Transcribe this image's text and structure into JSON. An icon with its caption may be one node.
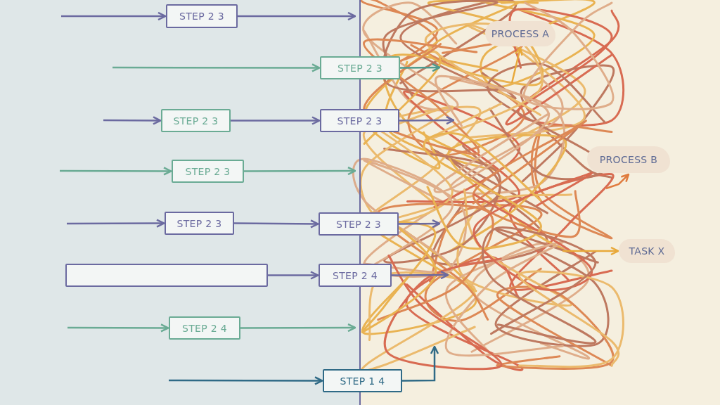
{
  "diagram": {
    "nodes": [
      {
        "text": [
          "STEP 2 3"
        ]
      },
      {
        "text": [
          "STEP 2 3"
        ]
      },
      {
        "text": [
          "STEP 2 3"
        ]
      },
      {
        "text": [
          "STEP 2 3"
        ]
      },
      {
        "text": [
          "STEP 2 3"
        ]
      },
      {
        "text": [
          "STEP 2 3"
        ]
      },
      {
        "text": [
          "STEP 2 3"
        ]
      },
      {
        "text": [],
        "shape": "box"
      },
      {
        "text": [
          "STEP 2 4"
        ]
      },
      {
        "text": [
          "STEP 2 4"
        ]
      },
      {
        "text": [
          "STEP 1 4"
        ]
      },
      {
        "text": [
          "PROCESS A"
        ]
      },
      {
        "text": [
          "PROCESS B"
        ]
      },
      {
        "text": [
          "TASK X"
        ]
      }
    ],
    "edges": [
      {
        "from": null,
        "to": 0,
        "arrow": "to"
      },
      {
        "from": 0,
        "to": null,
        "arrow": "to"
      },
      {
        "from": null,
        "to": 1,
        "arrow": "to",
        "color": "#6aab94"
      },
      {
        "from": 1,
        "to": null,
        "arrow": "to",
        "color": "#4f9a8e"
      },
      {
        "from": null,
        "to": 2,
        "arrow": "to"
      },
      {
        "from": 2,
        "to": 3,
        "arrow": "to"
      },
      {
        "from": 3,
        "to": null,
        "arrow": "to"
      },
      {
        "from": null,
        "to": 4,
        "arrow": "to",
        "color": "#6aab94"
      },
      {
        "from": 4,
        "to": null,
        "arrow": "to",
        "color": "#6aab94"
      },
      {
        "from": null,
        "to": 5,
        "arrow": "to"
      },
      {
        "from": 5,
        "to": 6,
        "arrow": "to"
      },
      {
        "from": 6,
        "to": null,
        "arrow": "to"
      },
      {
        "from": 7,
        "to": 8,
        "arrow": "to"
      },
      {
        "from": 8,
        "to": null,
        "arrow": "to"
      },
      {
        "from": null,
        "to": 9,
        "arrow": "to",
        "color": "#6aab94"
      },
      {
        "from": 9,
        "to": null,
        "arrow": "to",
        "color": "#6aab94"
      },
      {
        "from": null,
        "to": 10,
        "arrow": "to",
        "color": "#2f6a86"
      },
      {
        "from": 10,
        "to": null,
        "arrow": "to",
        "color": "#2f6a86"
      },
      {
        "from": null,
        "to": 11,
        "arrow": "to",
        "color": "#e8a93a"
      },
      {
        "from": null,
        "to": 12,
        "arrow": "to",
        "color": "#e07b3e"
      },
      {
        "from": null,
        "to": 13,
        "arrow": "to",
        "color": "#e8a93a"
      }
    ]
  }
}
